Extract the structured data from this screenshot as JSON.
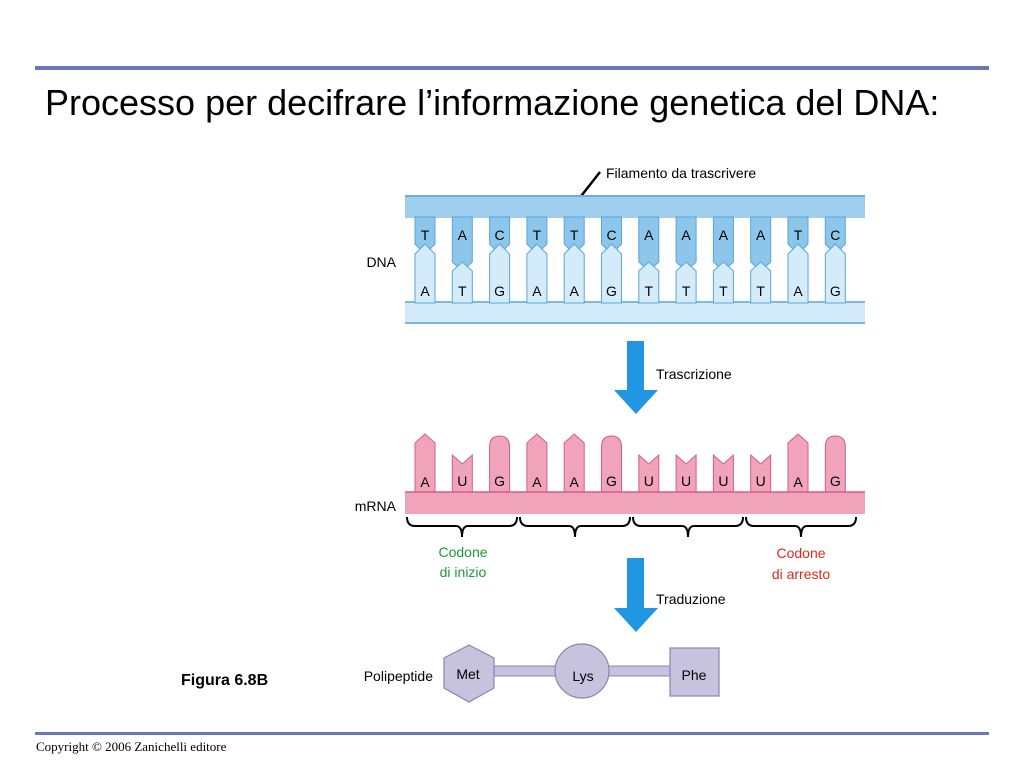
{
  "title": "Processo per decifrare l’informazione genetica del DNA:",
  "figure_label": "Figura 6.8B",
  "copyright": "Copyright © 2006 Zanichelli editore",
  "diagram": {
    "dna_label": "DNA",
    "template_strand_label": "Filamento da trascrivere",
    "dna_top_bases": [
      "T",
      "A",
      "C",
      "T",
      "T",
      "C",
      "A",
      "A",
      "A",
      "A",
      "T",
      "C"
    ],
    "dna_bottom_bases": [
      "A",
      "T",
      "G",
      "A",
      "A",
      "G",
      "T",
      "T",
      "T",
      "T",
      "A",
      "G"
    ],
    "transcription_label": "Trascrizione",
    "mrna_label": "mRNA",
    "mrna_bases": [
      "A",
      "U",
      "G",
      "A",
      "A",
      "G",
      "U",
      "U",
      "U",
      "U",
      "A",
      "G"
    ],
    "start_codon_label": [
      "Codone",
      "di inizio"
    ],
    "stop_codon_label": [
      "Codone",
      "di arresto"
    ],
    "translation_label": "Traduzione",
    "polypeptide_label": "Polipeptide",
    "amino_acids": [
      "Met",
      "Lys",
      "Phe"
    ]
  },
  "colors": {
    "rule": "#6677bb",
    "dna_backbone": "#9ecdee",
    "dna_top_base": "#8cc6ea",
    "dna_bottom_base": "#d4ecf9",
    "arrow": "#2196e3",
    "mrna": "#f2a3bc",
    "mrna_stroke": "#d0607f",
    "start_codon_text": "#1a9a3a",
    "stop_codon_text": "#e0281e",
    "protein": "#c7c3df",
    "protein_stroke": "#8a86b0"
  }
}
